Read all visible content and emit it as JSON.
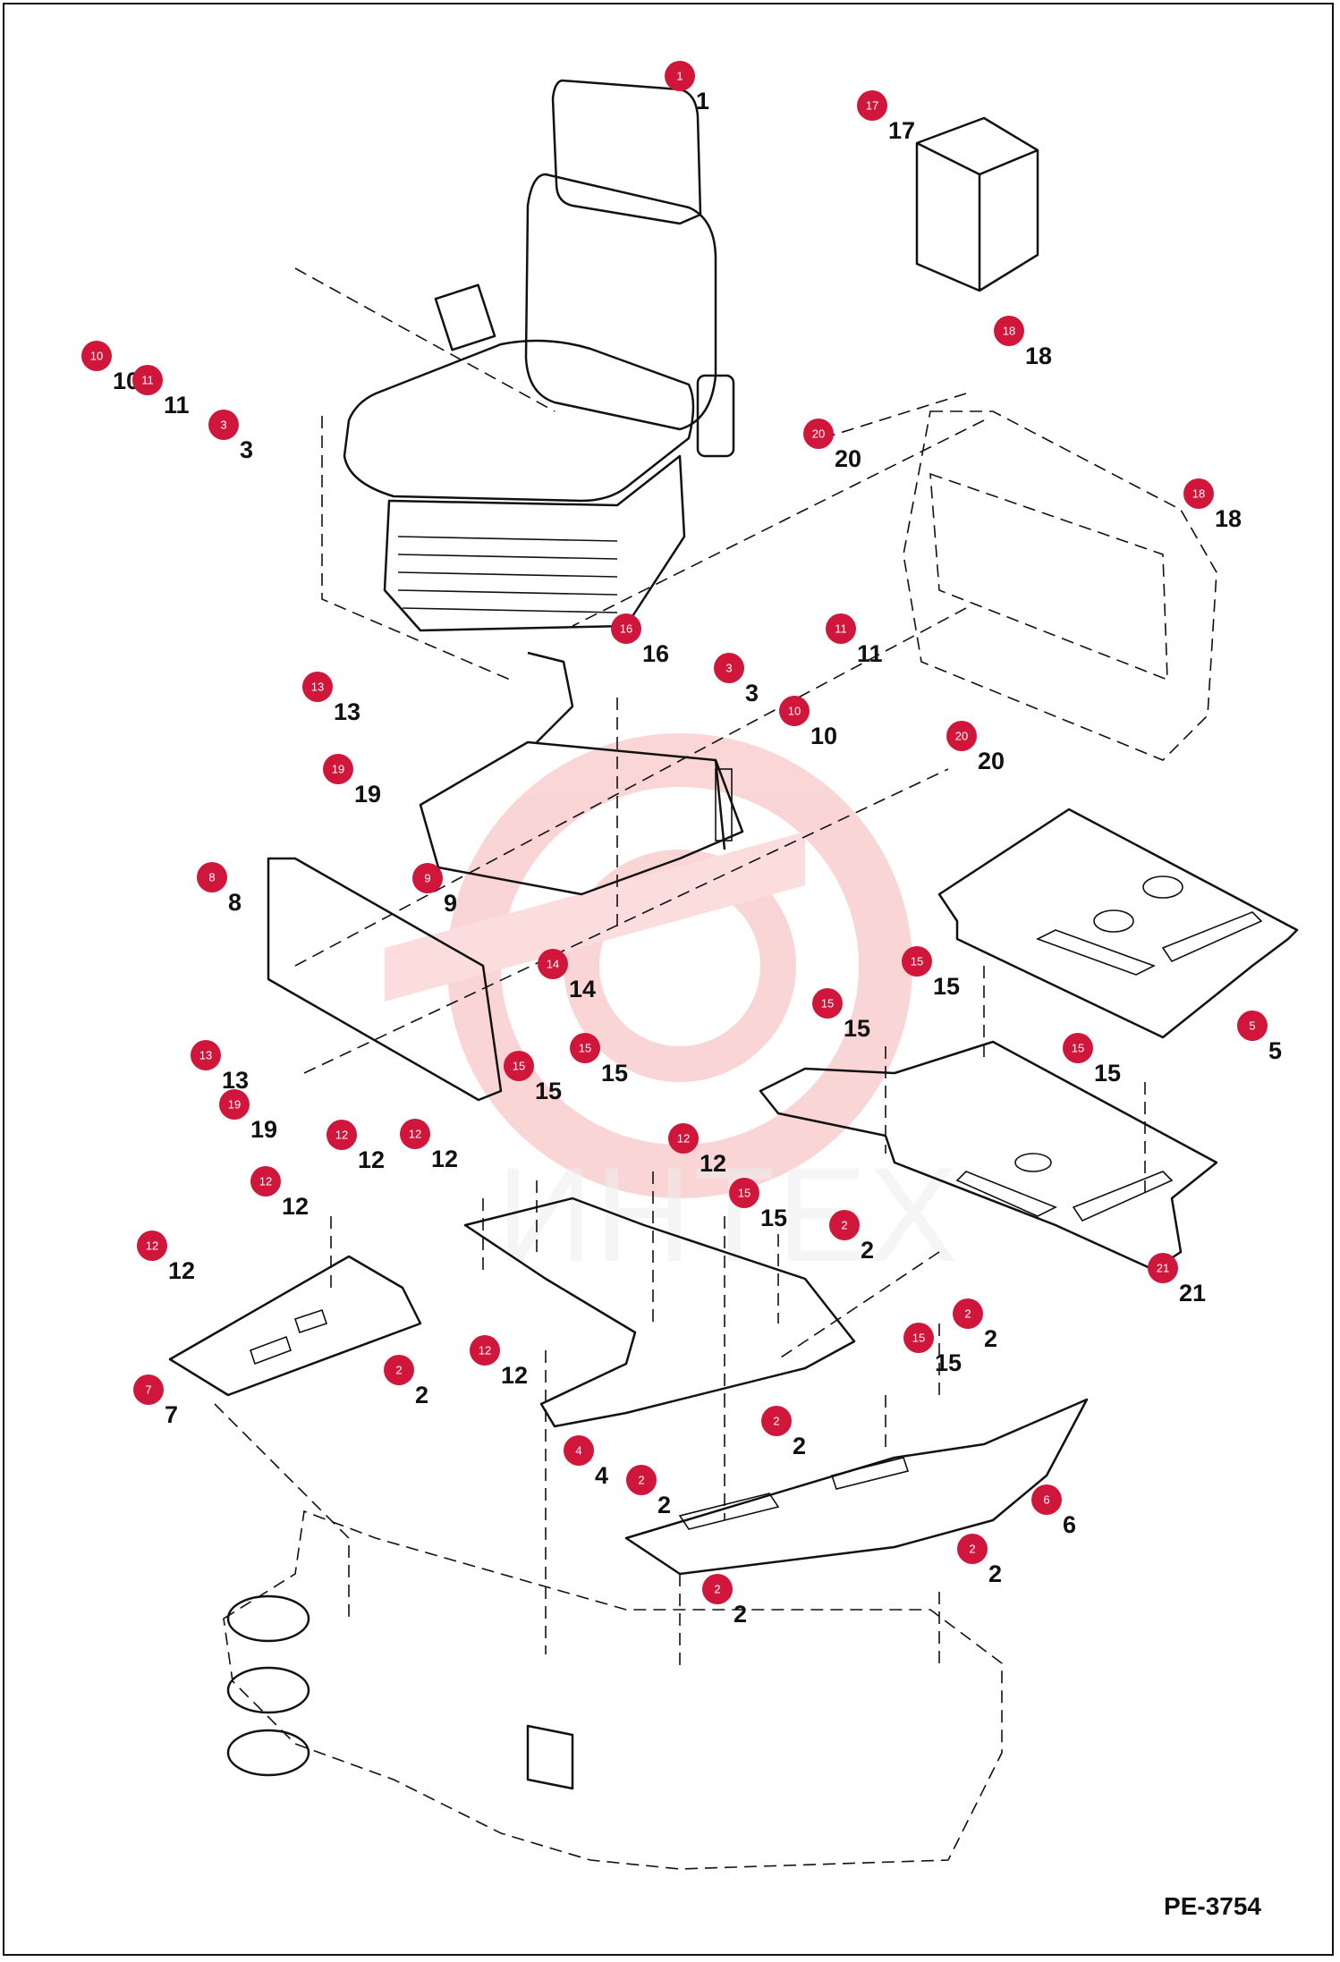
{
  "drawing": {
    "code": "PE-3754",
    "watermark": "ИНТЕХ",
    "accent_color": "#d0163b"
  },
  "callouts": [
    {
      "num": "1"
    },
    {
      "num": "17"
    },
    {
      "num": "18"
    },
    {
      "num": "18"
    },
    {
      "num": "10"
    },
    {
      "num": "11"
    },
    {
      "num": "3"
    },
    {
      "num": "20"
    },
    {
      "num": "16"
    },
    {
      "num": "11"
    },
    {
      "num": "3"
    },
    {
      "num": "10"
    },
    {
      "num": "20"
    },
    {
      "num": "13"
    },
    {
      "num": "19"
    },
    {
      "num": "9"
    },
    {
      "num": "8"
    },
    {
      "num": "14"
    },
    {
      "num": "15"
    },
    {
      "num": "5"
    },
    {
      "num": "13"
    },
    {
      "num": "15"
    },
    {
      "num": "15"
    },
    {
      "num": "15"
    },
    {
      "num": "19"
    },
    {
      "num": "15"
    },
    {
      "num": "12"
    },
    {
      "num": "12"
    },
    {
      "num": "12"
    },
    {
      "num": "12"
    },
    {
      "num": "15"
    },
    {
      "num": "2"
    },
    {
      "num": "12"
    },
    {
      "num": "21"
    },
    {
      "num": "2"
    },
    {
      "num": "7"
    },
    {
      "num": "2"
    },
    {
      "num": "12"
    },
    {
      "num": "15"
    },
    {
      "num": "4"
    },
    {
      "num": "2"
    },
    {
      "num": "2"
    },
    {
      "num": "6"
    },
    {
      "num": "2"
    },
    {
      "num": "2"
    }
  ]
}
